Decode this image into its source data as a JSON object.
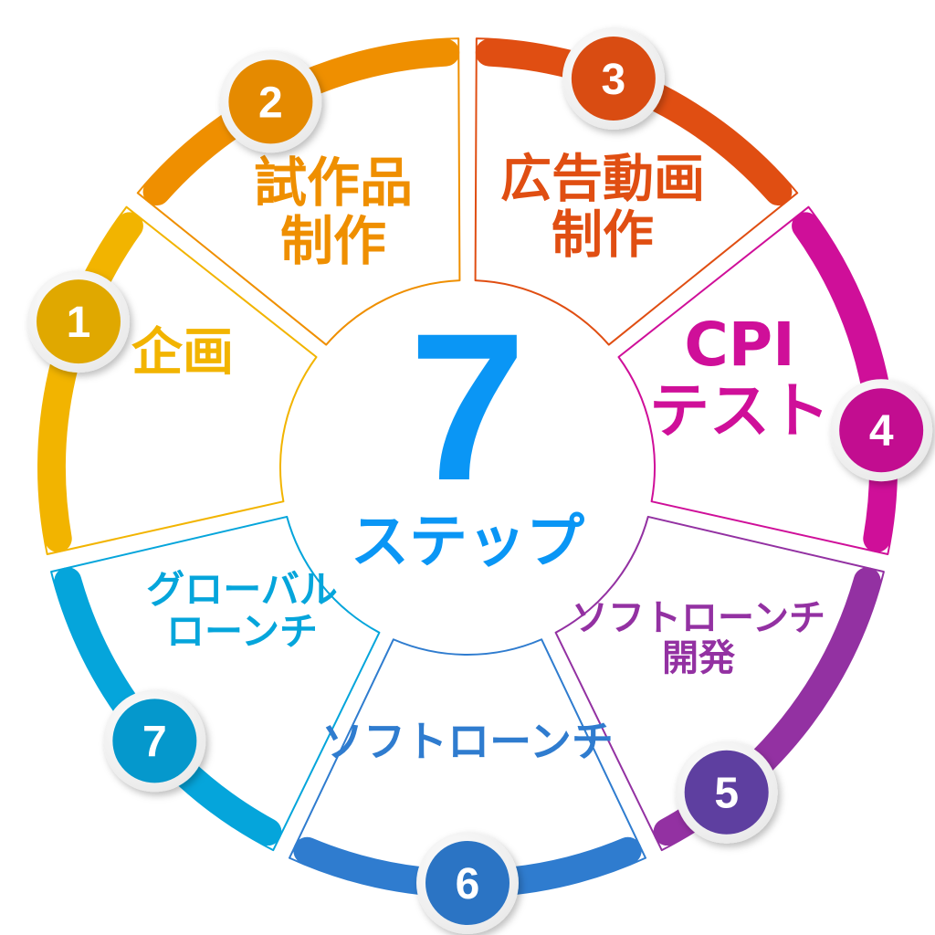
{
  "diagram": {
    "center": {
      "number": "7",
      "label": "ステップ",
      "color": "#0a96f5"
    },
    "steps": [
      {
        "number": "1",
        "label_lines": [
          "企画"
        ],
        "color": "#f2b400",
        "badge_color": "#e0a800"
      },
      {
        "number": "2",
        "label_lines": [
          "試作品",
          "制作"
        ],
        "color": "#ef8f00",
        "badge_color": "#e58a00"
      },
      {
        "number": "3",
        "label_lines": [
          "広告動画",
          "制作"
        ],
        "color": "#e04e12",
        "badge_color": "#d94c12"
      },
      {
        "number": "4",
        "label_lines": [
          "CPI",
          "テスト"
        ],
        "color": "#cf0f99",
        "badge_color": "#c20d90"
      },
      {
        "number": "5",
        "label_lines": [
          "ソフトローンチ",
          "開発"
        ],
        "color": "#9331a2",
        "badge_color": "#5e3fa0"
      },
      {
        "number": "6",
        "label_lines": [
          "ソフトローンチ"
        ],
        "color": "#2f7ccf",
        "badge_color": "#2b74c4"
      },
      {
        "number": "7",
        "label_lines": [
          "グローバル",
          "ローンチ"
        ],
        "color": "#05a5db",
        "badge_color": "#0598cc"
      }
    ]
  }
}
